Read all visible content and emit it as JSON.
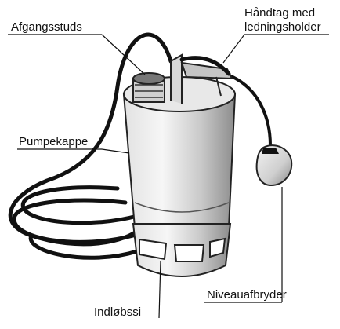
{
  "labels": {
    "outlet": "Afgangsstuds",
    "handle_line1": "Håndtag med",
    "handle_line2": "ledningsholder",
    "casing": "Pumpekappe",
    "inlet": "Indløbssi",
    "level_switch": "Niveauafbryder"
  }
}
